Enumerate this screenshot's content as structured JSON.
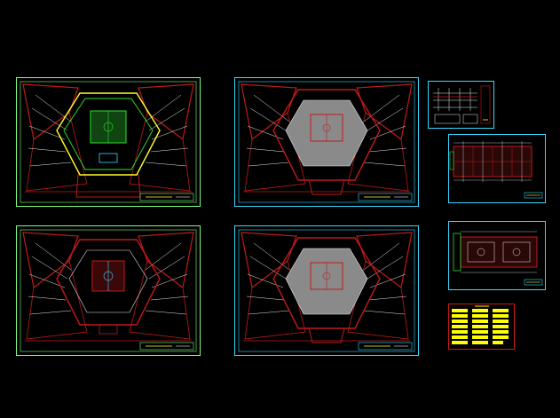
{
  "app": {
    "background": "#000000"
  },
  "colors": {
    "frame_green": "#7CFF7C",
    "frame_cyan": "#38D8FF",
    "frame_red": "#D01818",
    "line_red": "#C01A1A",
    "line_white": "#E8E8E8",
    "court_gray": "#8A8A8A",
    "accent_yellow": "#FFFF30",
    "accent_green": "#30E030",
    "legend_fill": "#FFFF00"
  },
  "sheets": [
    {
      "id": "a",
      "kind": "arena",
      "variant": "colored-plan",
      "frame": "green"
    },
    {
      "id": "b",
      "kind": "arena",
      "variant": "gray-court",
      "frame": "cyan"
    },
    {
      "id": "c",
      "kind": "arena",
      "variant": "red-court",
      "frame": "green"
    },
    {
      "id": "d",
      "kind": "arena",
      "variant": "gray-court",
      "frame": "cyan"
    },
    {
      "id": "e",
      "kind": "detail",
      "frame": "cyan"
    },
    {
      "id": "f",
      "kind": "hall",
      "frame": "cyan"
    },
    {
      "id": "g",
      "kind": "hall",
      "frame": "cyan"
    },
    {
      "id": "h",
      "kind": "legend",
      "frame": "red"
    }
  ]
}
